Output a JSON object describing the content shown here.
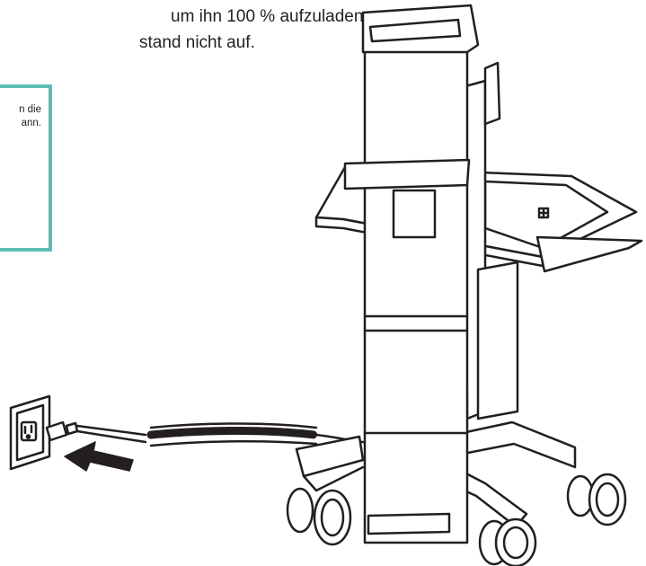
{
  "instruction": {
    "line1": "um ihn 100 % aufzuladen.",
    "line2": "stand nicht auf."
  },
  "note": {
    "line1": "n die",
    "line2": "ann."
  },
  "panel": {
    "icon": "plus-in-square-icon"
  },
  "colors": {
    "note_border": "#5bbfb5",
    "line_art": "#231f20",
    "background": "#ffffff"
  }
}
